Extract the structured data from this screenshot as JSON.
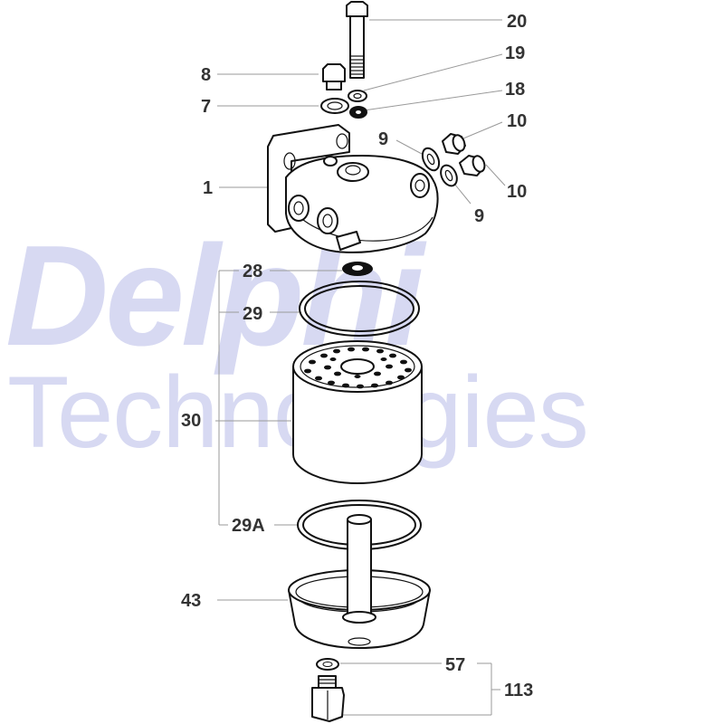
{
  "watermark": {
    "line1": "Delphi",
    "line2": "Technologies"
  },
  "callouts": {
    "c20": "20",
    "c19": "19",
    "c18": "18",
    "c8": "8",
    "c7": "7",
    "c10a": "10",
    "c10b": "10",
    "c9a": "9",
    "c9b": "9",
    "c1": "1",
    "c28": "28",
    "c29": "29",
    "c30": "30",
    "c29a": "29A",
    "c43": "43",
    "c57": "57",
    "c113": "113"
  }
}
